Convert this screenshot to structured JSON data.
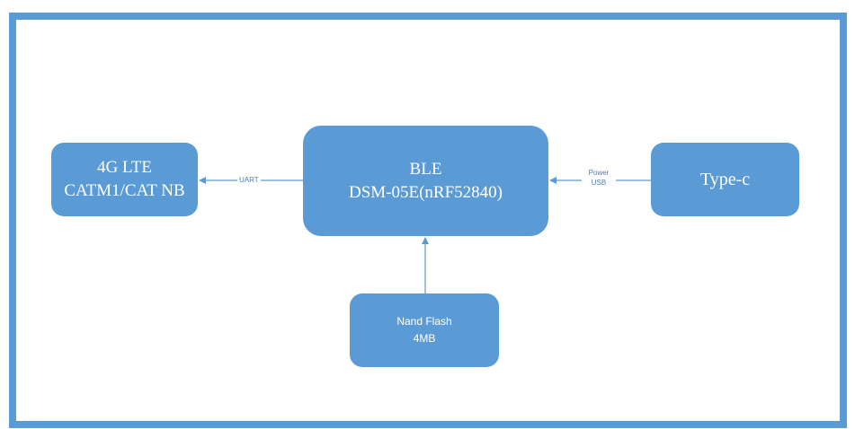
{
  "colors": {
    "frame": "#5b9bd5",
    "block": "#5b9bd5",
    "block_text": "#ffffff",
    "connector": "#5b9bd5",
    "connector_label": "#4a7fb8"
  },
  "blocks": {
    "lte": {
      "line1": "4G LTE",
      "line2": "CATM1/CAT NB"
    },
    "ble": {
      "line1": "BLE",
      "line2": "DSM-05E(nRF52840)"
    },
    "typec": {
      "line1": "Type-c"
    },
    "nand": {
      "line1": "Nand Flash",
      "line2": "4MB"
    }
  },
  "connectors": {
    "uart": {
      "label": "UART"
    },
    "power_usb": {
      "line1": "Power",
      "line2": "USB"
    }
  }
}
